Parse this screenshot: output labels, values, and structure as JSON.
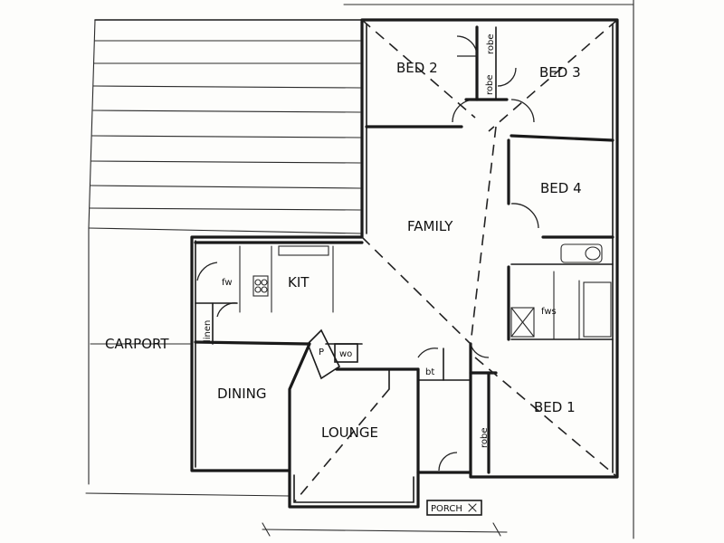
{
  "rooms": {
    "bed2": "BED 2",
    "bed3": "BED 3",
    "bed4": "BED 4",
    "bed1": "BED 1",
    "family": "FAMILY",
    "kit": "KIT",
    "carport": "CARPORT",
    "dining": "DINING",
    "lounge": "LOUNGE",
    "porch": "PORCH"
  },
  "fixtures": {
    "robe_top": "robe",
    "robe_top2": "robe",
    "robe_bed1": "robe",
    "fw": "fw",
    "linen": "linen",
    "fws": "fws",
    "pantry": "P",
    "wo": "wo",
    "bt": "bt"
  }
}
